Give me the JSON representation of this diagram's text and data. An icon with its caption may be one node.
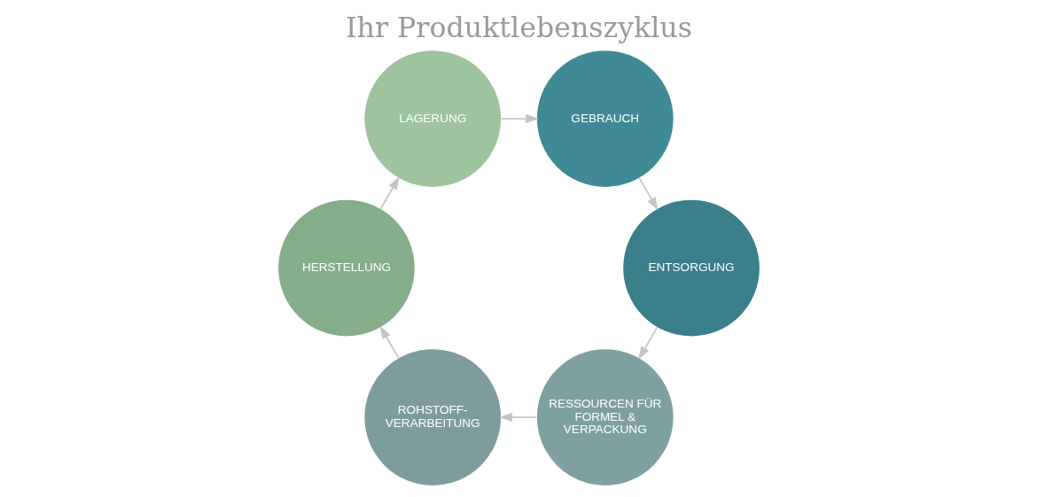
{
  "diagram": {
    "title": "Ihr Produktlebenszyklus",
    "nodes": [
      {
        "text": [
          "RESSOURCEN FÜR FORMEL & VERPACKUNG"
        ]
      },
      {
        "text": [
          "ROHSTOFF-VERARBEITUNG"
        ]
      },
      {
        "text": [
          "HERSTELLUNG"
        ]
      },
      {
        "text": [
          "LAGERUNG"
        ]
      },
      {
        "text": [
          "GEBRAUCH"
        ]
      },
      {
        "text": [
          "ENTSORGUNG"
        ]
      }
    ],
    "edges": [
      {
        "from": 0,
        "to": 1,
        "arrow": "to"
      },
      {
        "from": 1,
        "to": 2,
        "arrow": "to"
      },
      {
        "from": 2,
        "to": 3,
        "arrow": "to"
      },
      {
        "from": 3,
        "to": 4,
        "arrow": "to"
      },
      {
        "from": 4,
        "to": 5,
        "arrow": "to"
      },
      {
        "from": 5,
        "to": 0,
        "arrow": "to"
      }
    ]
  }
}
